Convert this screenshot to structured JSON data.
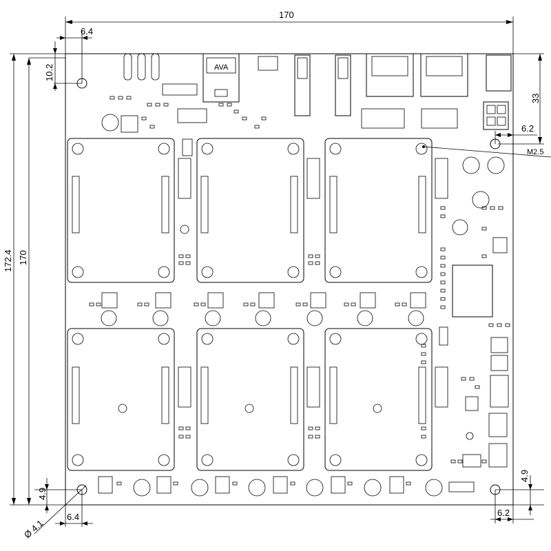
{
  "dimensions": {
    "width_top": "170",
    "height_left_inner": "170",
    "height_left_outer": "172.4",
    "hole_offset_top": "6.4",
    "hole_offset_left_v": "10.2",
    "right_upper": "33",
    "right_hole_offset": "6.2",
    "screw_label": "M2.5",
    "hole_diameter": "Ø 4.1",
    "bottom_hole_offset_x": "6.4",
    "bottom_hole_offset_y": "4.9",
    "bottom_right_v": "4.9",
    "bottom_right_h": "6.2"
  },
  "usb_label": "AVA"
}
